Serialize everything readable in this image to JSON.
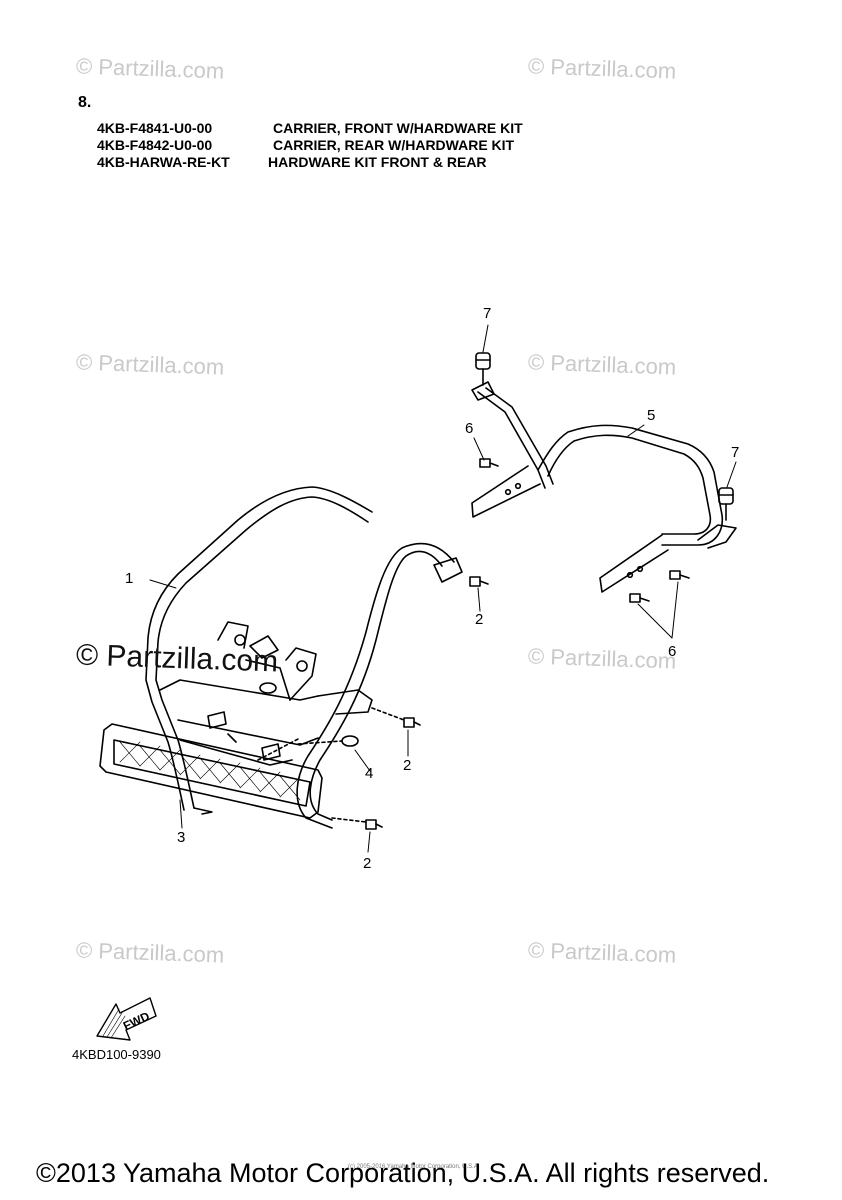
{
  "section": "8.",
  "kits": [
    {
      "part_number": "4KB-F4841-U0-00",
      "description": "CARRIER, FRONT W/HARDWARE KIT"
    },
    {
      "part_number": "4KB-F4842-U0-00",
      "description": "CARRIER, REAR W/HARDWARE KIT"
    },
    {
      "part_number": "4KB-HARWA-RE-KT",
      "description": "HARDWARE KIT FRONT & REAR"
    }
  ],
  "callouts": {
    "c1": "1",
    "c2": "2",
    "c3": "3",
    "c4": "4",
    "c5": "5",
    "c6": "6",
    "c7": "7"
  },
  "watermark": "© Partzilla.com",
  "fwd_label": "FWD",
  "diagram_code": "4KBD100-9390",
  "tiny_copyright": "(c) 2005-2016 Yamaha Motor Corporation, U.S.A.",
  "copyright": "©2013 Yamaha Motor Corporation, U.S.A. All rights reserved."
}
